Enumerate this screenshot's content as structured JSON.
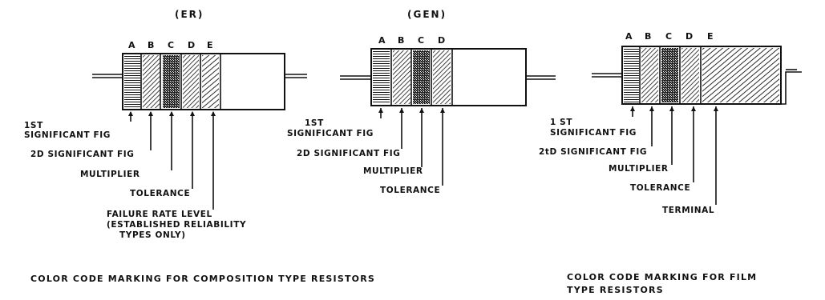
{
  "headers": {
    "er": "(ER)",
    "gen": "(GEN)"
  },
  "band_letters": {
    "er": [
      "A",
      "B",
      "C",
      "D",
      "E"
    ],
    "gen": [
      "A",
      "B",
      "C",
      "D"
    ],
    "film": [
      "A",
      "B",
      "C",
      "D",
      "E"
    ]
  },
  "labels": {
    "er": {
      "first_sig_1": "1ST",
      "first_sig_2": "SIGNIFICANT FIG",
      "second_sig": "2D SIGNIFICANT FIG",
      "multiplier": "MULTIPLIER",
      "tolerance": "TOLERANCE",
      "failure_1": "FAILURE RATE LEVEL",
      "failure_2": "(ESTABLISHED RELIABILITY",
      "failure_3": "TYPES ONLY)"
    },
    "gen": {
      "first_sig_1": "1ST",
      "first_sig_2": "SIGNIFICANT FIG",
      "second_sig": "2D SIGNIFICANT FIG",
      "multiplier": "MULTIPLIER",
      "tolerance": "TOLERANCE"
    },
    "film": {
      "first_sig_1": "1 ST",
      "first_sig_2": "SIGNIFICANT FIG",
      "second_sig": "2tD SIGNIFICANT FIG",
      "multiplier": "MULTIPLIER",
      "tolerance": "TOLERANCE",
      "terminal": "TERMINAL"
    }
  },
  "captions": {
    "composition": "COLOR CODE MARKING FOR COMPOSITION TYPE RESISTORS",
    "film_1": "COLOR CODE MARKING FOR FILM",
    "film_2": "TYPE RESISTORS"
  }
}
